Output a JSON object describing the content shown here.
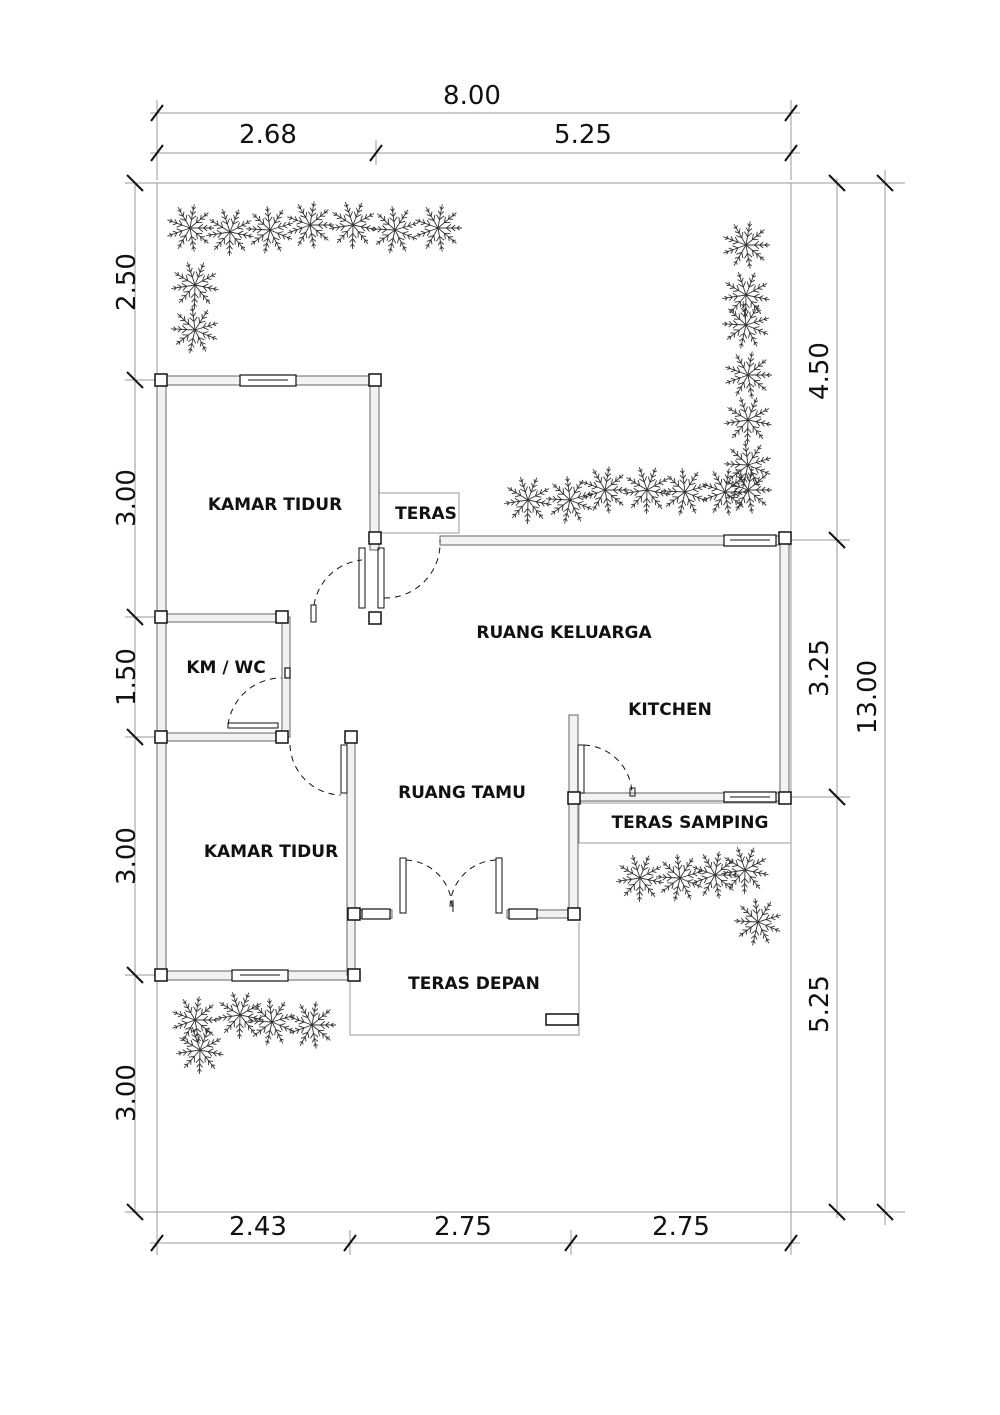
{
  "dimensions": {
    "top_total": "8.00",
    "top_left": "2.68",
    "top_right": "5.25",
    "left_1": "2.50",
    "left_2": "3.00",
    "left_3": "1.50",
    "left_4": "3.00",
    "left_5": "3.00",
    "right_1": "4.50",
    "right_2": "3.25",
    "right_3": "5.25",
    "right_total": "13.00",
    "bottom_1": "2.43",
    "bottom_2": "2.75",
    "bottom_3": "2.75"
  },
  "rooms": {
    "kamar_tidur_top": "KAMAR TIDUR",
    "teras": "TERAS",
    "ruang_keluarga": "RUANG KELUARGA",
    "km_wc": "KM / WC",
    "kitchen": "KITCHEN",
    "ruang_tamu": "RUANG TAMU",
    "teras_samping": "TERAS SAMPING",
    "kamar_tidur_bottom": "KAMAR TIDUR",
    "teras_depan": "TERAS DEPAN"
  },
  "colors": {
    "line": "#111111",
    "wall_fill": "#f2f2f2",
    "background": "#ffffff"
  },
  "icons": {
    "vegetation": "palm-plant-icon"
  }
}
